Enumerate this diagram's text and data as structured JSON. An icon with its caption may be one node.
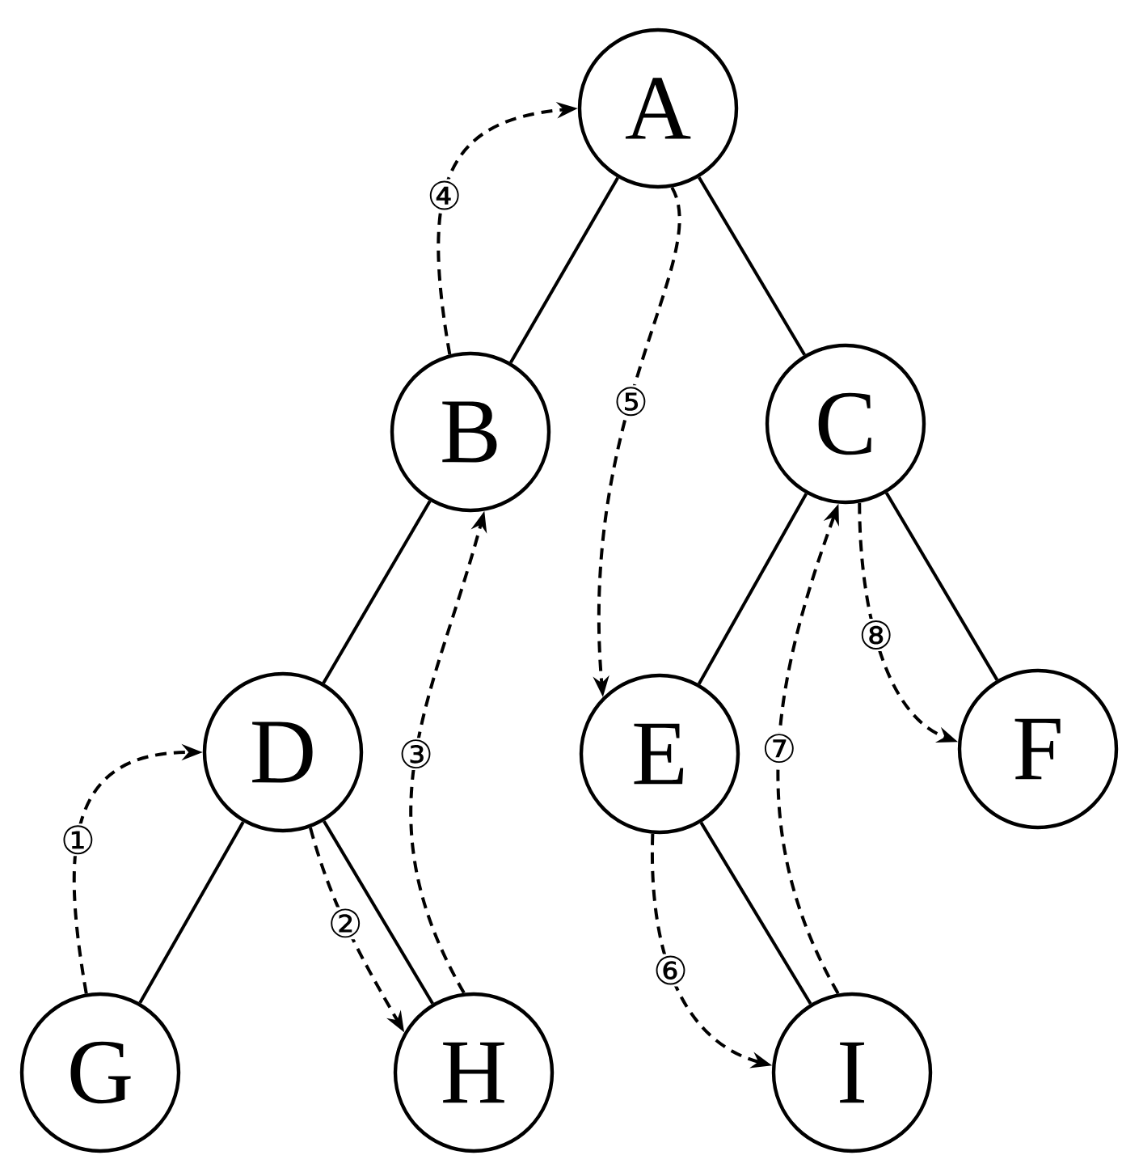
{
  "diagram": {
    "nodes": [
      {
        "text": [
          "A"
        ]
      },
      {
        "text": [
          "B"
        ]
      },
      {
        "text": [
          "C"
        ]
      },
      {
        "text": [
          "D"
        ]
      },
      {
        "text": [
          "E"
        ]
      },
      {
        "text": [
          "F"
        ]
      },
      {
        "text": [
          "G"
        ]
      },
      {
        "text": [
          "H"
        ]
      },
      {
        "text": [
          "I"
        ]
      }
    ],
    "edges": [
      {
        "from": 0,
        "to": 1,
        "arrow": "none"
      },
      {
        "from": 0,
        "to": 2,
        "arrow": "none"
      },
      {
        "from": 1,
        "to": 3,
        "arrow": "none"
      },
      {
        "from": 2,
        "to": 4,
        "arrow": "none"
      },
      {
        "from": 2,
        "to": 5,
        "arrow": "none"
      },
      {
        "from": 3,
        "to": 6,
        "arrow": "none"
      },
      {
        "from": 3,
        "to": 7,
        "arrow": "none"
      },
      {
        "from": 4,
        "to": 8,
        "arrow": "none"
      },
      {
        "from": 6,
        "to": 3,
        "arrow": "to",
        "label": "①",
        "style": "dashed"
      },
      {
        "from": 3,
        "to": 7,
        "arrow": "to",
        "label": "②",
        "style": "dashed"
      },
      {
        "from": 7,
        "to": 1,
        "arrow": "to",
        "label": "③",
        "style": "dashed"
      },
      {
        "from": 1,
        "to": 0,
        "arrow": "to",
        "label": "④",
        "style": "dashed"
      },
      {
        "from": 0,
        "to": 4,
        "arrow": "to",
        "label": "⑤",
        "style": "dashed"
      },
      {
        "from": 4,
        "to": 8,
        "arrow": "to",
        "label": "⑥",
        "style": "dashed"
      },
      {
        "from": 8,
        "to": 2,
        "arrow": "to",
        "label": "⑦",
        "style": "dashed"
      },
      {
        "from": 2,
        "to": 5,
        "arrow": "to",
        "label": "⑧",
        "style": "dashed"
      }
    ]
  }
}
